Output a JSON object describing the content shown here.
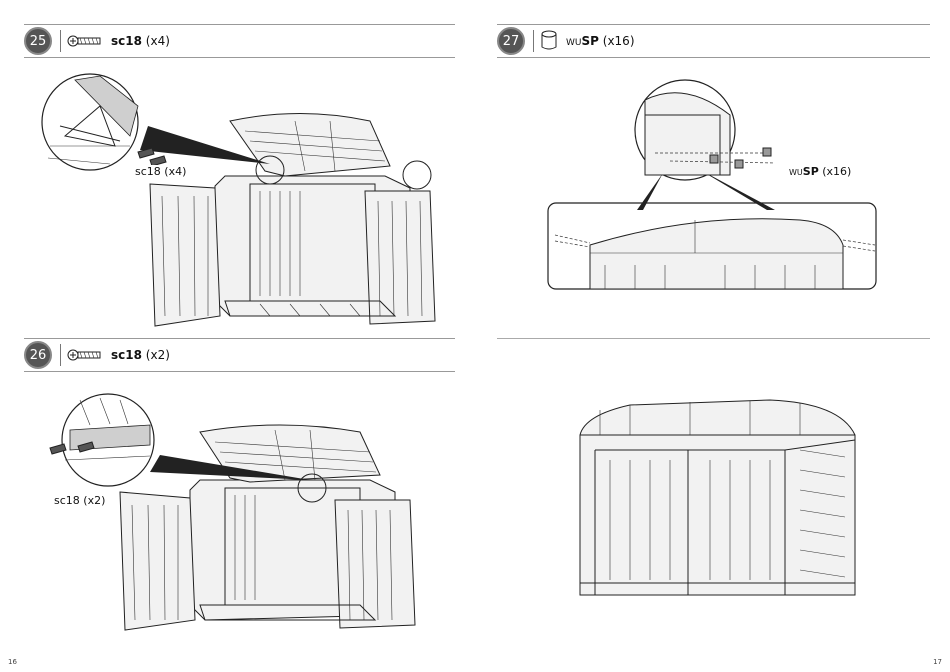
{
  "steps": [
    {
      "number": "25",
      "code": "sc18",
      "qty": "(x4)",
      "callout": "sc18 (x4)"
    },
    {
      "number": "26",
      "code": "sc18",
      "qty": "(x2)",
      "callout": "sc18 (x2)"
    },
    {
      "number": "27",
      "code_prefix": "WU",
      "code_main": "SP",
      "qty": "(x16)",
      "callout_prefix": "WU",
      "callout_main": "SP",
      "callout_qty": "(x16)"
    }
  ],
  "pages": {
    "left": "16",
    "right": "17"
  },
  "icons": {
    "screw": "screw-icon",
    "cap": "cap-icon"
  }
}
